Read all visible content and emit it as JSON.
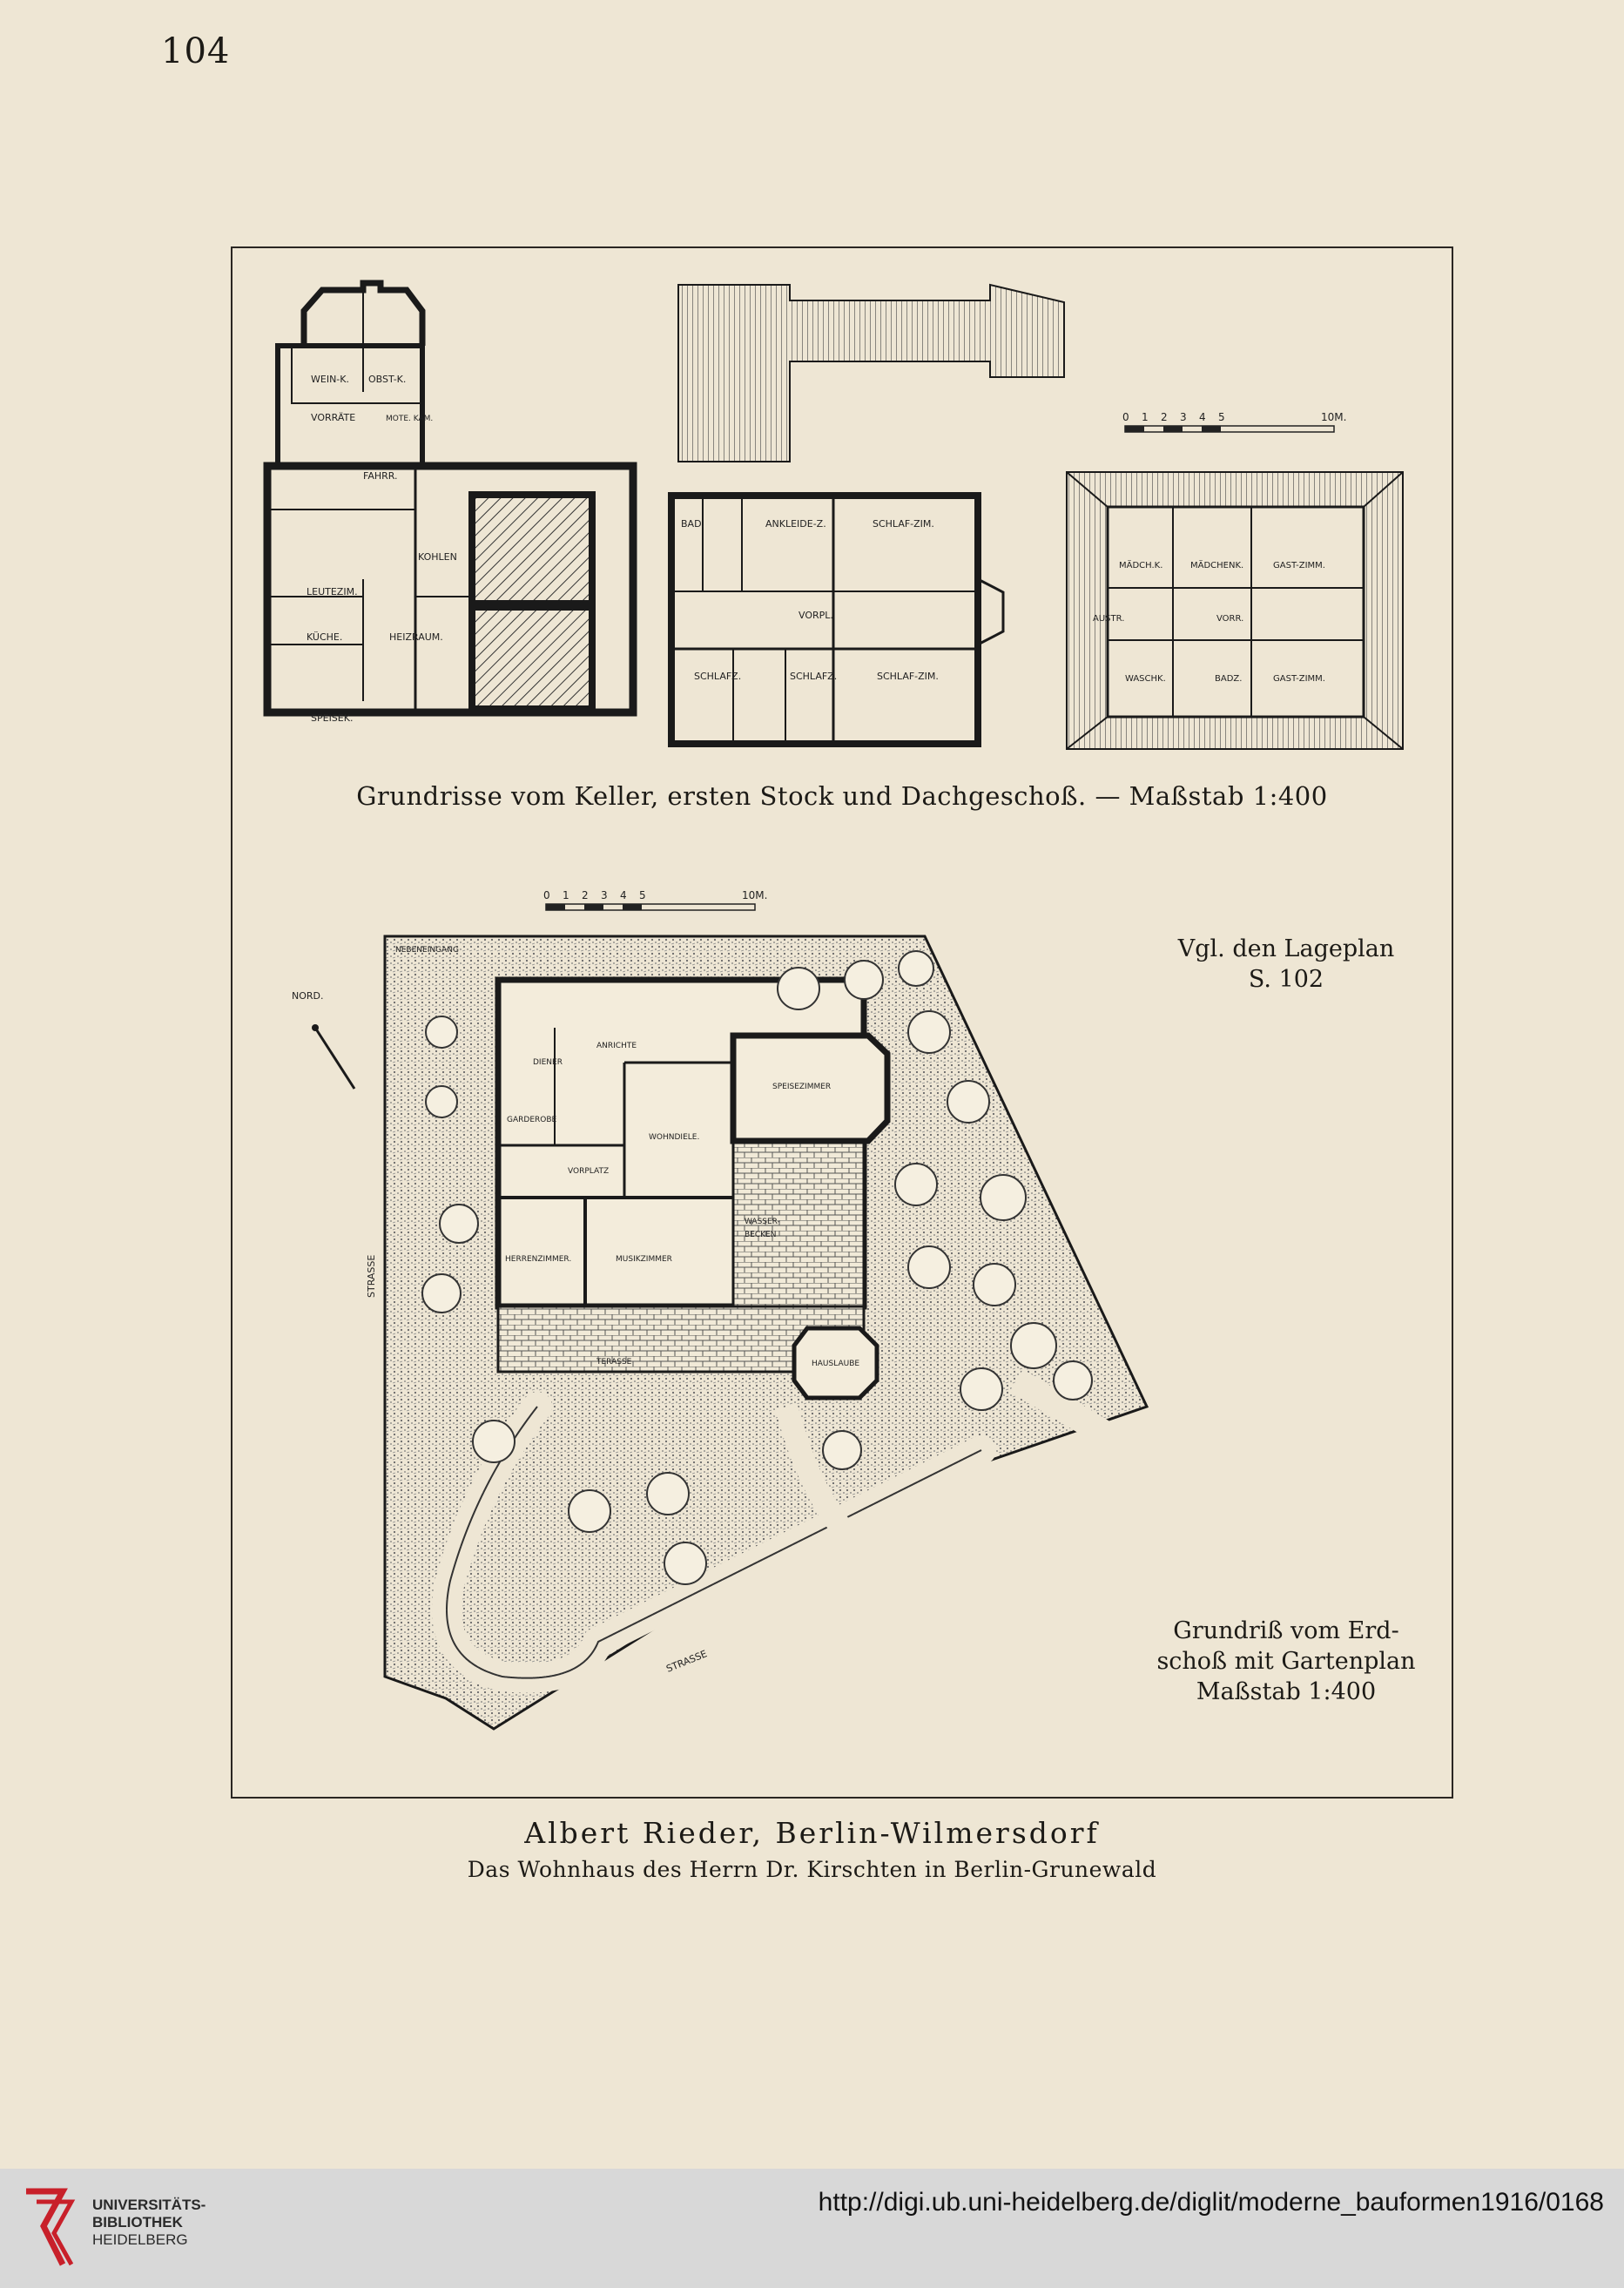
{
  "page": {
    "number": "104"
  },
  "plate": {
    "caption_top": "Grundrisse vom Keller, ersten Stock und Dachgeschoß. — Maßstab 1:400",
    "reference_note": [
      "Vgl. den Lageplan",
      "S. 102"
    ],
    "ground_floor_caption": [
      "Grundriß vom Erd-",
      "schoß mit Gartenplan",
      "Maßstab 1:400"
    ],
    "scale_bar": {
      "ticks": [
        "0",
        "1",
        "2",
        "3",
        "4",
        "5"
      ],
      "end": "10M."
    },
    "cellar_rooms": [
      "WEIN-K.",
      "OBST-K.",
      "VORRÄTE",
      "MOTE. KAM.",
      "FAHRR.",
      "KOHLEN",
      "LEUTEZIM.",
      "KÜCHE.",
      "HEIZRAUM.",
      "SPEISEK."
    ],
    "first_floor_rooms": [
      "BAD.",
      "ANKLEIDE-Z.",
      "SCHLAF-ZIM.",
      "VORPL.",
      "SCHLAFZ.",
      "SCHLAFZ.",
      "SCHLAF-ZIM."
    ],
    "attic_rooms": [
      "MÄDCH.K.",
      "MÄDCHENK.",
      "GAST-ZIMM.",
      "AUSTR.",
      "VORR.",
      "WASCHK.",
      "BADZ.",
      "GAST-ZIMM."
    ],
    "ground_floor_rooms": [
      "NEBENEINGANG",
      "DIENER",
      "ANRICHTE",
      "GARDEROBE",
      "WOHNDIELE.",
      "SPEISEZIMMER",
      "VORPLATZ",
      "WASSER-",
      "BECKEN",
      "HERRENZIMMER.",
      "MUSIKZIMMER",
      "TERASSE",
      "HAUSLAUBE"
    ],
    "site_labels": {
      "north": "NORD.",
      "street_left": "STRASSE",
      "street_bottom": "STRASSE"
    }
  },
  "credit": {
    "architect": "Albert Rieder, Berlin-Wilmersdorf",
    "title": "Das Wohnhaus des Herrn Dr. Kirschten in Berlin-Grunewald"
  },
  "footer": {
    "library": [
      "UNIVERSITÄTS-",
      "BIBLIOTHEK",
      "HEIDELBERG"
    ],
    "url": "http://digi.ub.uni-heidelberg.de/diglit/moderne_bauformen1916/0168",
    "colors": {
      "logo": "#c8202a",
      "band": "#d8d8d8"
    }
  }
}
